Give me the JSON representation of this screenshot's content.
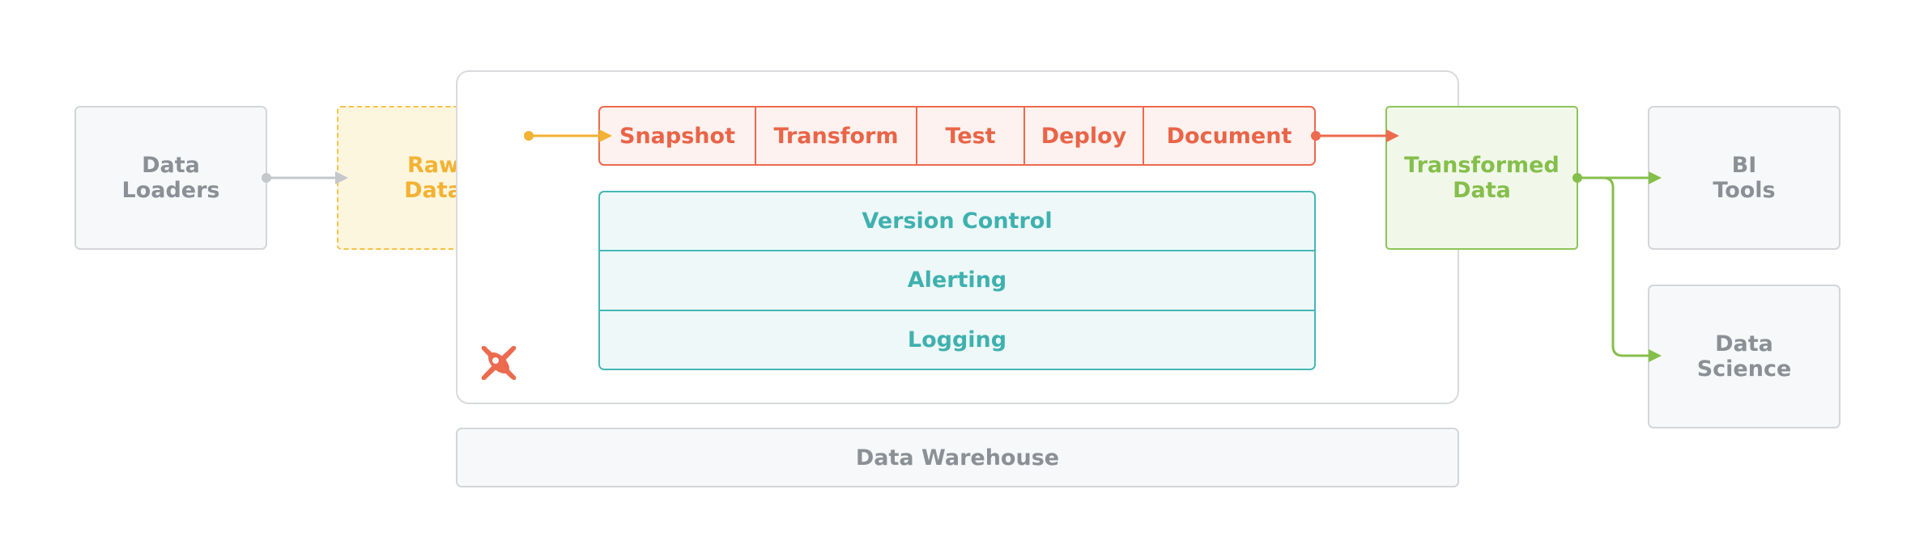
{
  "nodes": {
    "data_loaders": [
      "Data",
      "Loaders"
    ],
    "raw_data": [
      "Raw",
      "Data"
    ],
    "transformed_data": [
      "Transformed",
      "Data"
    ],
    "bi_tools": [
      "BI",
      "Tools"
    ],
    "data_science": [
      "Data",
      "Science"
    ]
  },
  "pipeline_steps": [
    "Snapshot",
    "Transform",
    "Test",
    "Deploy",
    "Document"
  ],
  "operations": [
    "Version Control",
    "Alerting",
    "Logging"
  ],
  "warehouse": "Data Warehouse",
  "colors": {
    "gray": "#8b9096",
    "raw": "#f2b233",
    "dbt": "#ea6448",
    "ops": "#3fb1af",
    "transformed": "#85bf4b",
    "connector_gray": "#c4c7cb"
  },
  "icons": {
    "dbt_logo": "dbt-logo-icon"
  }
}
